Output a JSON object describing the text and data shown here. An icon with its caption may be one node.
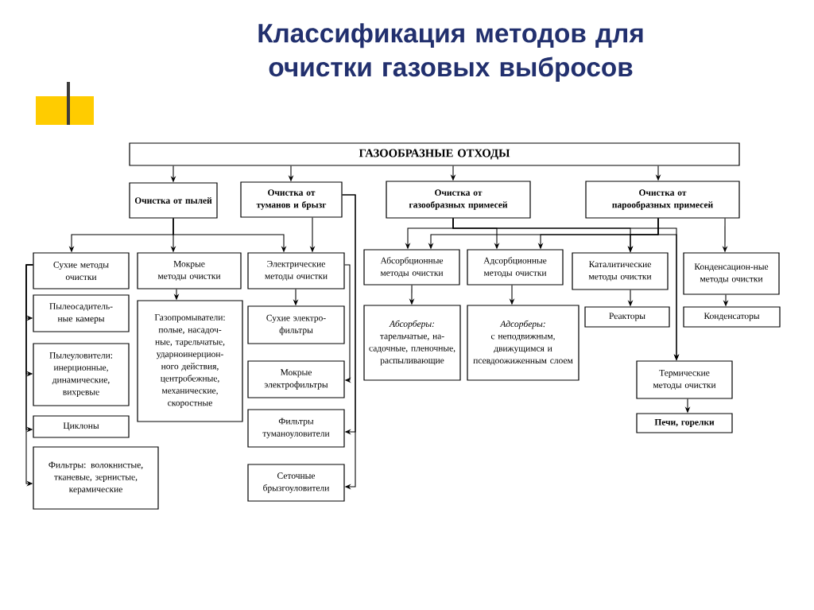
{
  "diagram": {
    "title": "Классификация методов для очистки газовых выбросов",
    "nodes": [
      {
        "text": [
          "ГАЗООБРАЗНЫЕ ОТХОДЫ"
        ]
      },
      {
        "text": [
          "Очистка от пылей"
        ]
      },
      {
        "text": [
          "Очистка от туманов и брызг"
        ]
      },
      {
        "text": [
          "Очистка от газообразных примесей"
        ]
      },
      {
        "text": [
          "Очистка от парообразных примесей"
        ]
      },
      {
        "text": [
          "Сухие методы очистки"
        ]
      },
      {
        "text": [
          "Мокрые методы очистки"
        ]
      },
      {
        "text": [
          "Электрические методы очистки"
        ]
      },
      {
        "text": [
          "Пылеосадитель-ные камеры"
        ]
      },
      {
        "text": [
          "Пылеуловители: инерционные, динамические, вихревые"
        ]
      },
      {
        "text": [
          "Циклоны"
        ]
      },
      {
        "text": [
          "Фильтры: волокнистые, тканевые, зернистые, керамические"
        ]
      },
      {
        "text": [
          "Газопромыватели: полые, насадоч-ные, тарельчатые, ударноинерцион-ного действия, центробежные, механические, скоростные"
        ]
      },
      {
        "text": [
          "Сухие электро-фильтры"
        ]
      },
      {
        "text": [
          "Мокрые электрофильтры"
        ]
      },
      {
        "text": [
          "Фильтры туманоуловители"
        ]
      },
      {
        "text": [
          "Сеточные брызгоуловители"
        ]
      },
      {
        "text": [
          "Абсорбционные методы очистки"
        ]
      },
      {
        "text": [
          "Адсорбционные методы очистки"
        ]
      },
      {
        "text": [
          "Каталитические методы очистки"
        ]
      },
      {
        "text": [
          "Конденсацион-ные методы очистки"
        ]
      },
      {
        "text": [
          "Абсорберы:",
          "тарельчатые, на-садочные, пленочные, распыливающие"
        ]
      },
      {
        "text": [
          "Адсорберы:",
          "с неподвижным, движущимся и псевдоожиженным слоем"
        ]
      },
      {
        "text": [
          "Реакторы"
        ]
      },
      {
        "text": [
          "Конденсаторы"
        ]
      },
      {
        "text": [
          "Термические методы очистки"
        ]
      },
      {
        "text": [
          "Печи, горелки"
        ]
      }
    ],
    "edges": [
      {
        "from": 0,
        "to": 1,
        "arrow": "to"
      },
      {
        "from": 0,
        "to": 2,
        "arrow": "to"
      },
      {
        "from": 0,
        "to": 3,
        "arrow": "to"
      },
      {
        "from": 0,
        "to": 4,
        "arrow": "to"
      },
      {
        "from": 1,
        "to": 5,
        "arrow": "to"
      },
      {
        "from": 1,
        "to": 6,
        "arrow": "to"
      },
      {
        "from": 1,
        "to": 7,
        "arrow": "to"
      },
      {
        "from": 2,
        "to": 7,
        "arrow": "to"
      },
      {
        "from": 2,
        "to": 15,
        "arrow": "to"
      },
      {
        "from": 2,
        "to": 16,
        "arrow": "to"
      },
      {
        "from": 7,
        "to": 13,
        "arrow": "to"
      },
      {
        "from": 7,
        "to": 14,
        "arrow": "to"
      },
      {
        "from": 5,
        "to": 8,
        "arrow": "to"
      },
      {
        "from": 5,
        "to": 9,
        "arrow": "to"
      },
      {
        "from": 5,
        "to": 10,
        "arrow": "to"
      },
      {
        "from": 5,
        "to": 11,
        "arrow": "to"
      },
      {
        "from": 6,
        "to": 12,
        "arrow": "to"
      },
      {
        "from": 3,
        "to": 17,
        "arrow": "to"
      },
      {
        "from": 3,
        "to": 18,
        "arrow": "to"
      },
      {
        "from": 3,
        "to": 19,
        "arrow": "to"
      },
      {
        "from": 3,
        "to": 25,
        "arrow": "to"
      },
      {
        "from": 4,
        "to": 17,
        "arrow": "to"
      },
      {
        "from": 4,
        "to": 18,
        "arrow": "to"
      },
      {
        "from": 4,
        "to": 19,
        "arrow": "to"
      },
      {
        "from": 4,
        "to": 20,
        "arrow": "to"
      },
      {
        "from": 4,
        "to": 25,
        "arrow": "to"
      },
      {
        "from": 17,
        "to": 21,
        "arrow": "to"
      },
      {
        "from": 18,
        "to": 22,
        "arrow": "to"
      },
      {
        "from": 19,
        "to": 23,
        "arrow": "to"
      },
      {
        "from": 20,
        "to": 24,
        "arrow": "to"
      },
      {
        "from": 25,
        "to": 26,
        "arrow": "to"
      }
    ]
  }
}
